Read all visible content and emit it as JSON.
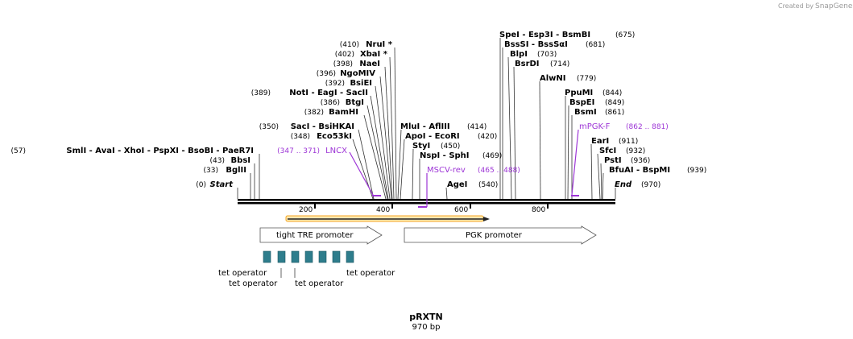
{
  "credit": {
    "text": "Created by",
    "brand": "SnapGene"
  },
  "title": {
    "name": "pRXTN",
    "size": "970 bp"
  },
  "sites": [
    {
      "pos": "(410)",
      "name": "NruI *"
    },
    {
      "pos": "(402)",
      "name": "XbaI *"
    },
    {
      "pos": "(398)",
      "name": "NaeI"
    },
    {
      "pos": "(396)",
      "name": "NgoMIV"
    },
    {
      "pos": "(392)",
      "name": "BsiEI"
    },
    {
      "pos": "(389)",
      "name": "NotI   - EagI   - SacII"
    },
    {
      "pos": "(386)",
      "name": "BtgI"
    },
    {
      "pos": "(382)",
      "name": "BamHI"
    },
    {
      "pos": "(350)",
      "name": "SacI   - BsiHKAI"
    },
    {
      "pos": "(348)",
      "name": "Eco53kI"
    },
    {
      "pos": "(57)",
      "name": "SmlI   - AvaI   - XhoI   - PspXI   - BsoBI   - PaeR7I"
    },
    {
      "pos": "(43)",
      "name": "BbsI"
    },
    {
      "pos": "(33)",
      "name": "BglII"
    },
    {
      "pos": "(0)",
      "name": "Start"
    },
    {
      "pos": "(675)",
      "name": "SpeI   - Esp3I   - BsmBI"
    },
    {
      "pos": "(681)",
      "name": "BssSI   - BssSαI"
    },
    {
      "pos": "(703)",
      "name": "BlpI"
    },
    {
      "pos": "(714)",
      "name": "BsrDI"
    },
    {
      "pos": "(779)",
      "name": "AlwNI"
    },
    {
      "pos": "(844)",
      "name": "PpuMI"
    },
    {
      "pos": "(849)",
      "name": "BspEI"
    },
    {
      "pos": "(861)",
      "name": "BsmI"
    },
    {
      "pos": "(911)",
      "name": "EarI"
    },
    {
      "pos": "(932)",
      "name": "SfcI"
    },
    {
      "pos": "(936)",
      "name": "PstI"
    },
    {
      "pos": "(939)",
      "name": "BfuAI   - BspMI"
    },
    {
      "pos": "(970)",
      "name": "End"
    },
    {
      "pos": "(414)",
      "name": "MluI   - AflIII"
    },
    {
      "pos": "(420)",
      "name": "ApoI   - EcoRI"
    },
    {
      "pos": "(450)",
      "name": "StyI"
    },
    {
      "pos": "(469)",
      "name": "NspI   - SphI"
    },
    {
      "pos": "(540)",
      "name": "AgeI"
    }
  ],
  "primers": [
    {
      "name": "LNCX",
      "range": "(347 .. 371)"
    },
    {
      "name": "MSCV-rev",
      "range": "(465 .. 488)"
    },
    {
      "name": "mPGK-F",
      "range": "(862 .. 881)"
    }
  ],
  "ruler": [
    "200",
    "400",
    "600",
    "800"
  ],
  "features": [
    {
      "name": "tight TRE promoter"
    },
    {
      "name": "PGK promoter"
    }
  ],
  "operators": [
    "tet operator",
    "tet operator",
    "tet operator",
    "tet operator"
  ],
  "colors": {
    "primer": "#9d35d6",
    "operator": "#2e7d8c",
    "orf": "#f5a623",
    "line": "#000000"
  }
}
